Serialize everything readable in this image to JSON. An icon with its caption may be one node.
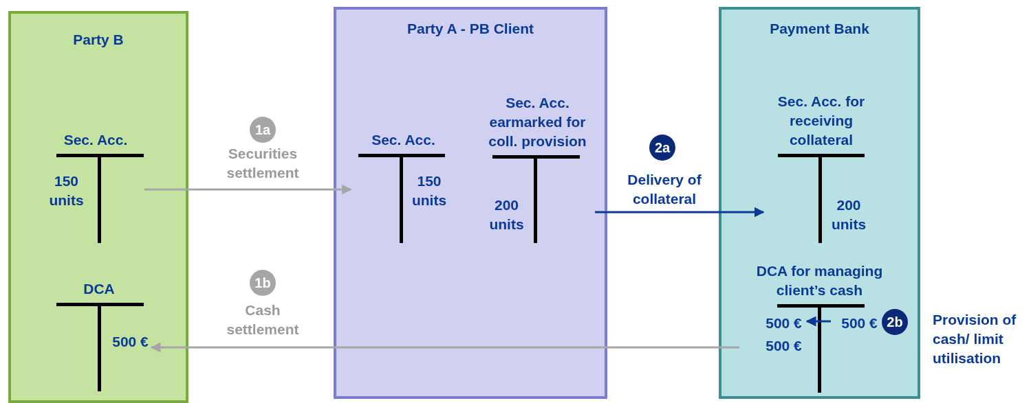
{
  "diagram": {
    "nodes": [
      {
        "text": [
          "Party B"
        ]
      },
      {
        "text": [
          "Sec. Acc.",
          "150 units"
        ],
        "in": 0
      },
      {
        "text": [
          "DCA",
          "500 €"
        ],
        "in": 0
      },
      {
        "text": [
          "Party A - PB Client"
        ]
      },
      {
        "text": [
          "Sec. Acc.",
          "150 units"
        ],
        "in": 3
      },
      {
        "text": [
          "Sec. Acc. earmarked for coll. provision",
          "200 units"
        ],
        "in": 3
      },
      {
        "text": [
          "Payment Bank"
        ]
      },
      {
        "text": [
          "Sec. Acc. for receiving collateral",
          "200 units"
        ],
        "in": 6
      },
      {
        "text": [
          "DCA for managing client’s cash"
        ],
        "in": 6
      },
      {
        "text": [
          "500 €"
        ],
        "in": 8
      },
      {
        "text": [
          "500 €"
        ],
        "in": 8
      },
      {
        "text": [
          "500 €"
        ],
        "in": 8
      }
    ],
    "edges": [
      {
        "from": 1,
        "to": 4,
        "arrow": "to",
        "label": "Securities settlement"
      },
      {
        "from": 8,
        "to": 2,
        "arrow": "to",
        "label": "Cash settlement"
      },
      {
        "from": 5,
        "to": 7,
        "arrow": "to",
        "label": "Delivery of collateral",
        "color": "#0b3a96"
      },
      {
        "from": 10,
        "to": 9,
        "arrow": "to",
        "color": "#0b3a96"
      }
    ],
    "labels": [
      "1a",
      "1b",
      "2a",
      "2b",
      "Provision of cash/ limit utilisation"
    ]
  }
}
